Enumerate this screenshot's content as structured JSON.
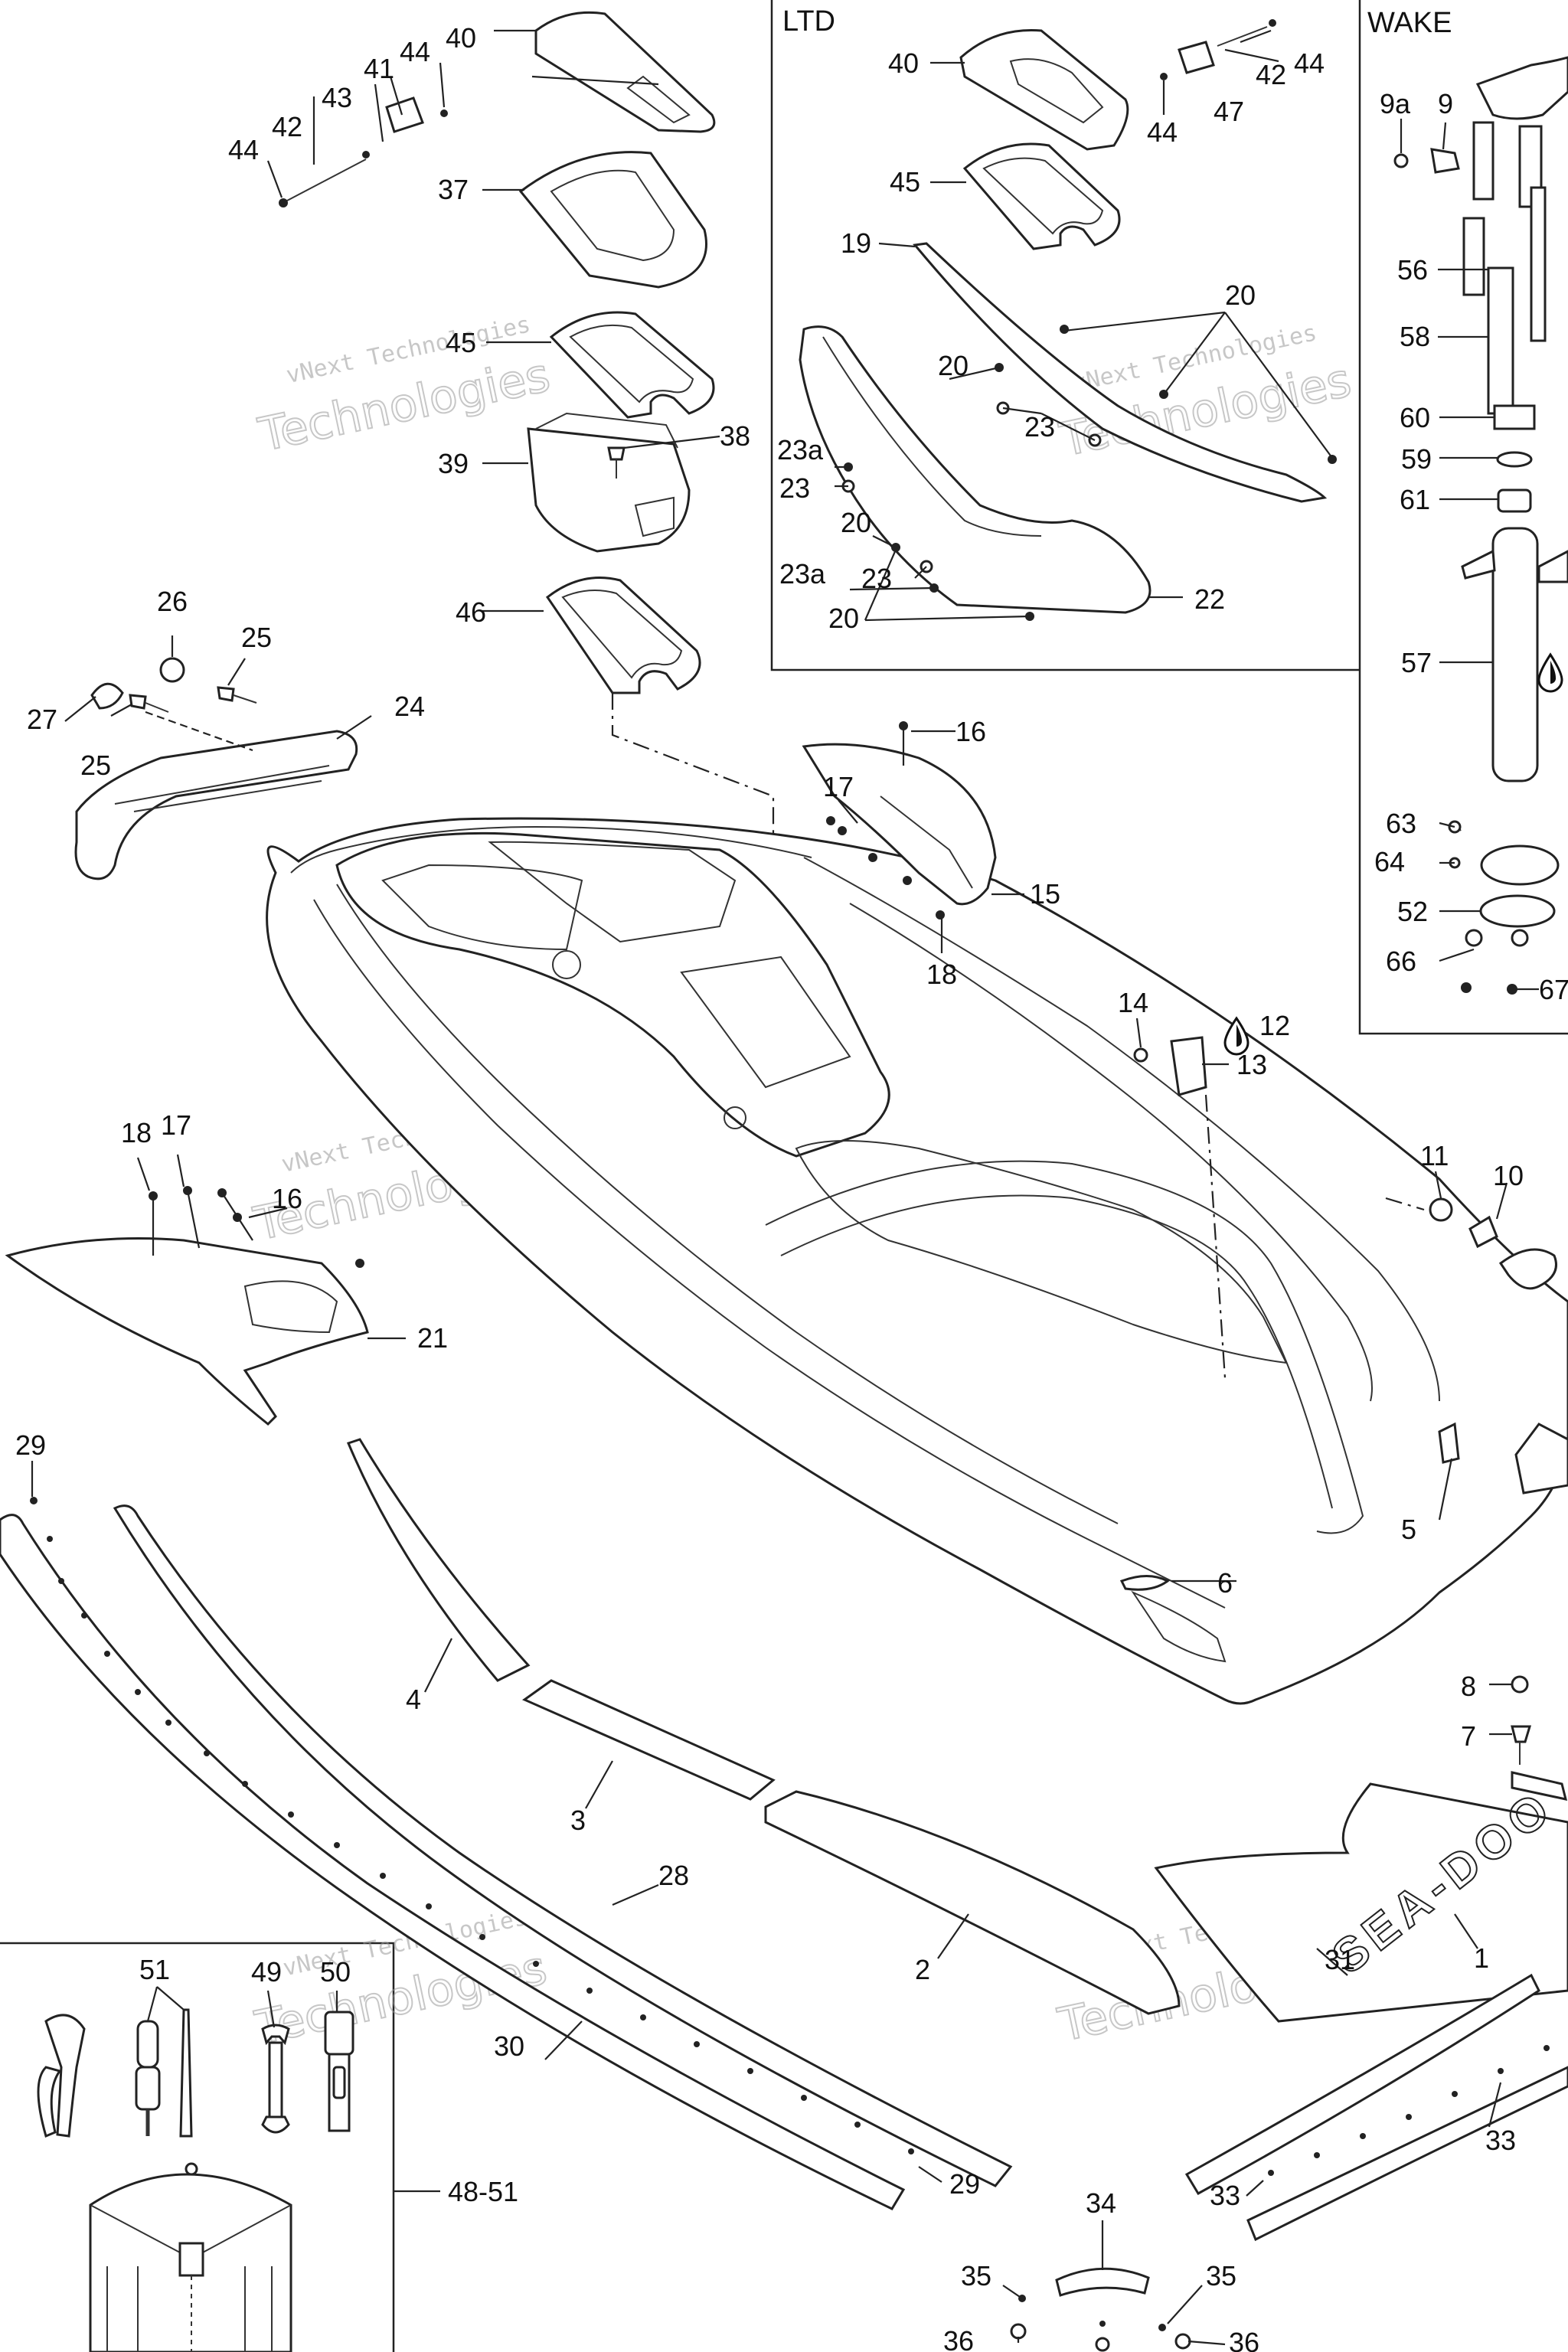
{
  "boxes": {
    "ltd": "LTD",
    "wake": "WAKE"
  },
  "watermark": {
    "line1": "vNext Technologies",
    "line2": "Technologies"
  },
  "callouts": {
    "c1": "1",
    "c2": "2",
    "c3": "3",
    "c4": "4",
    "c5": "5",
    "c6": "6",
    "c7": "7",
    "c8": "8",
    "c9": "9",
    "c9a": "9a",
    "c10": "10",
    "c11": "11",
    "c12": "12",
    "c13": "13",
    "c14": "14",
    "c15": "15",
    "c16a": "16",
    "c16b": "16",
    "c17a": "17",
    "c17b": "17",
    "c18a": "18",
    "c18b": "18",
    "c19": "19",
    "c20a": "20",
    "c20b": "20",
    "c20c": "20",
    "c20d": "20",
    "c21": "21",
    "c22": "22",
    "c23a": "23",
    "c23b": "23",
    "c23c": "23",
    "c23aa": "23a",
    "c23ab": "23a",
    "c24": "24",
    "c25a": "25",
    "c25b": "25",
    "c26": "26",
    "c27": "27",
    "c28": "28",
    "c29a": "29",
    "c29b": "29",
    "c30": "30",
    "c31": "31",
    "c33a": "33",
    "c33b": "33",
    "c34": "34",
    "c35a": "35",
    "c35b": "35",
    "c36a": "36",
    "c36b": "36",
    "c37": "37",
    "c38": "38",
    "c39": "39",
    "c40a": "40",
    "c40b": "40",
    "c41": "41",
    "c42a": "42",
    "c42b": "42",
    "c43": "43",
    "c44a": "44",
    "c44b": "44",
    "c44c": "44",
    "c44d": "44",
    "c45a": "45",
    "c45b": "45",
    "c46": "46",
    "c47": "47",
    "c4851": "48-51",
    "c49": "49",
    "c50": "50",
    "c51": "51",
    "c52": "52",
    "c56": "56",
    "c57": "57",
    "c58": "58",
    "c59": "59",
    "c60": "60",
    "c61": "61",
    "c63": "63",
    "c64": "64",
    "c66": "66",
    "c67": "67"
  },
  "decal_text": "SEA-DOO",
  "icons": [
    "oil-drop-icon",
    "tool-kit-pouch-icon",
    "pliers-icon",
    "screwdriver-icon",
    "wrench-icon",
    "socket-icon"
  ]
}
